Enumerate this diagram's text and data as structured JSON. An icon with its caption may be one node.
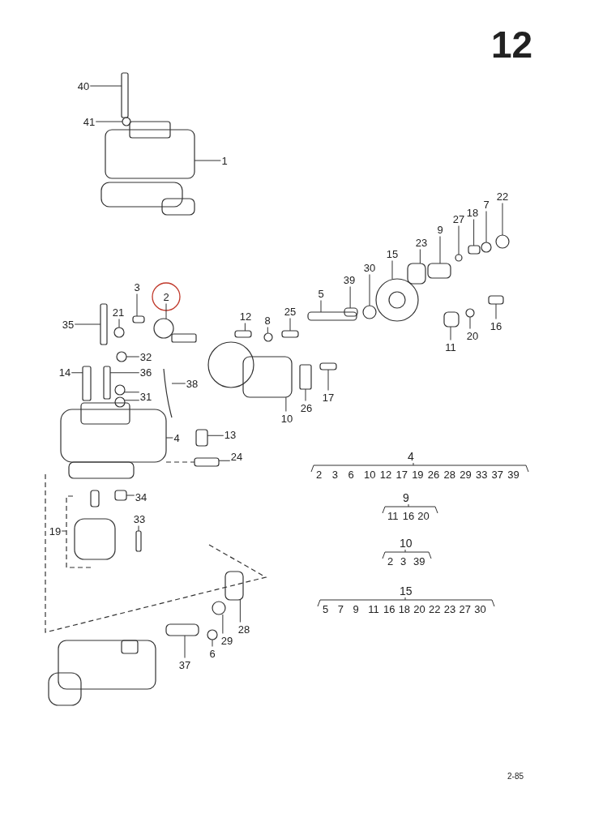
{
  "diagram": {
    "nodes": [
      {
        "text": [
          "40"
        ]
      },
      {
        "text": [
          "41"
        ]
      },
      {
        "text": [
          "1"
        ]
      },
      {
        "text": [
          "22"
        ]
      },
      {
        "text": [
          "7"
        ]
      },
      {
        "text": [
          "18"
        ]
      },
      {
        "text": [
          "27"
        ]
      },
      {
        "text": [
          "9"
        ]
      },
      {
        "text": [
          "23"
        ]
      },
      {
        "text": [
          "15"
        ]
      },
      {
        "text": [
          "30"
        ]
      },
      {
        "text": [
          "39"
        ]
      },
      {
        "text": [
          "3"
        ]
      },
      {
        "text": [
          "2"
        ]
      },
      {
        "text": [
          "5"
        ]
      },
      {
        "text": [
          "35"
        ]
      },
      {
        "text": [
          "21"
        ]
      },
      {
        "text": [
          "12"
        ]
      },
      {
        "text": [
          "25"
        ]
      },
      {
        "text": [
          "8"
        ]
      },
      {
        "text": [
          "16"
        ]
      },
      {
        "text": [
          "20"
        ]
      },
      {
        "text": [
          "11"
        ]
      },
      {
        "text": [
          "32"
        ]
      },
      {
        "text": [
          "14"
        ]
      },
      {
        "text": [
          "36"
        ]
      },
      {
        "text": [
          "38"
        ]
      },
      {
        "text": [
          "31"
        ]
      },
      {
        "text": [
          "17"
        ]
      },
      {
        "text": [
          "10"
        ]
      },
      {
        "text": [
          "26"
        ]
      },
      {
        "text": [
          "4"
        ]
      },
      {
        "text": [
          "13"
        ]
      },
      {
        "text": [
          "24"
        ]
      },
      {
        "text": [
          "34"
        ]
      },
      {
        "text": [
          "19"
        ]
      },
      {
        "text": [
          "33"
        ]
      },
      {
        "text": [
          "28"
        ]
      },
      {
        "text": [
          "29"
        ]
      },
      {
        "text": [
          "6"
        ]
      },
      {
        "text": [
          "37"
        ]
      },
      {
        "text": [],
        "shape": "box"
      },
      {
        "text": [],
        "shape": "circle"
      },
      {
        "text": [],
        "shape": "picture"
      },
      {
        "text": [],
        "shape": "circle"
      },
      {
        "text": [],
        "shape": "circle"
      },
      {
        "text": [],
        "shape": "box"
      },
      {
        "text": [],
        "shape": "circle"
      },
      {
        "text": [],
        "shape": "box"
      },
      {
        "text": [],
        "shape": "box"
      },
      {
        "text": [],
        "shape": "picture"
      },
      {
        "text": [],
        "shape": "circle"
      },
      {
        "text": [],
        "shape": "box"
      },
      {
        "text": [],
        "shape": "box"
      },
      {
        "text": [],
        "shape": "picture"
      },
      {
        "text": [],
        "shape": "box"
      },
      {
        "text": [],
        "shape": "box"
      },
      {
        "text": [],
        "shape": "circle"
      },
      {
        "text": [],
        "shape": "box"
      },
      {
        "text": [],
        "shape": "box"
      },
      {
        "text": [],
        "shape": "circle"
      },
      {
        "text": [],
        "shape": "box"
      },
      {
        "text": [],
        "shape": "circle"
      },
      {
        "text": [],
        "shape": "box"
      },
      {
        "text": [],
        "shape": "circle"
      },
      {
        "text": [],
        "shape": "box"
      },
      {
        "text": [],
        "shape": "box"
      },
      {
        "text": [],
        "shape": "picture"
      },
      {
        "text": [],
        "shape": "circle"
      },
      {
        "text": [],
        "shape": "circle"
      },
      {
        "text": [],
        "shape": "box"
      },
      {
        "text": [],
        "shape": "picture"
      },
      {
        "text": [],
        "shape": "box"
      },
      {
        "text": [],
        "shape": "picture"
      },
      {
        "text": [],
        "shape": "box"
      },
      {
        "text": [],
        "shape": "box"
      },
      {
        "text": [],
        "shape": "box"
      },
      {
        "text": [],
        "shape": "picture"
      },
      {
        "text": [],
        "shape": "box"
      },
      {
        "text": [],
        "shape": "box"
      },
      {
        "text": [],
        "shape": "circle"
      },
      {
        "text": [],
        "shape": "circle"
      },
      {
        "text": [],
        "shape": "box"
      }
    ],
    "edges": [
      {
        "from": 0,
        "to": 41,
        "arrow": "none"
      },
      {
        "from": 1,
        "to": 42,
        "arrow": "none"
      },
      {
        "from": 2,
        "to": 43,
        "arrow": "none"
      },
      {
        "from": 3,
        "to": 44,
        "arrow": "none"
      },
      {
        "from": 4,
        "to": 45,
        "arrow": "none"
      },
      {
        "from": 5,
        "to": 46,
        "arrow": "none"
      },
      {
        "from": 6,
        "to": 47,
        "arrow": "none"
      },
      {
        "from": 7,
        "to": 48,
        "arrow": "none"
      },
      {
        "from": 8,
        "to": 49,
        "arrow": "none"
      },
      {
        "from": 9,
        "to": 50,
        "arrow": "none"
      },
      {
        "from": 10,
        "to": 51,
        "arrow": "none"
      },
      {
        "from": 11,
        "to": 52,
        "arrow": "none"
      },
      {
        "from": 12,
        "to": 53,
        "arrow": "none"
      },
      {
        "from": 13,
        "to": 54,
        "arrow": "none"
      },
      {
        "from": 14,
        "to": 55,
        "arrow": "none"
      },
      {
        "from": 15,
        "to": 56,
        "arrow": "none"
      },
      {
        "from": 16,
        "to": 57,
        "arrow": "none"
      },
      {
        "from": 17,
        "to": 58,
        "arrow": "none"
      },
      {
        "from": 18,
        "to": 59,
        "arrow": "none"
      },
      {
        "from": 19,
        "to": 60,
        "arrow": "none"
      },
      {
        "from": 20,
        "to": 61,
        "arrow": "none"
      },
      {
        "from": 21,
        "to": 62,
        "arrow": "none"
      },
      {
        "from": 22,
        "to": 63,
        "arrow": "none"
      },
      {
        "from": 23,
        "to": 64,
        "arrow": "none"
      },
      {
        "from": 24,
        "to": 65,
        "arrow": "none"
      },
      {
        "from": 25,
        "to": 66,
        "arrow": "none"
      },
      {
        "from": 26,
        "to": 67,
        "arrow": "none"
      },
      {
        "from": 27,
        "to": 68,
        "arrow": "none"
      },
      {
        "from": 27,
        "to": 69,
        "arrow": "none"
      },
      {
        "from": 28,
        "to": 70,
        "arrow": "none"
      },
      {
        "from": 29,
        "to": 71,
        "arrow": "none"
      },
      {
        "from": 30,
        "to": 72,
        "arrow": "none"
      },
      {
        "from": 31,
        "to": 73,
        "arrow": "none"
      },
      {
        "from": 32,
        "to": 74,
        "arrow": "none"
      },
      {
        "from": 33,
        "to": 75,
        "arrow": "none"
      },
      {
        "from": 34,
        "to": 76,
        "arrow": "none"
      },
      {
        "from": 35,
        "to": 77,
        "arrow": "none"
      },
      {
        "from": 36,
        "to": 78,
        "arrow": "none"
      },
      {
        "from": 37,
        "to": 79,
        "arrow": "none"
      },
      {
        "from": 38,
        "to": 80,
        "arrow": "none"
      },
      {
        "from": 39,
        "to": 81,
        "arrow": "none"
      },
      {
        "from": 40,
        "to": 82,
        "arrow": "none"
      },
      {
        "from": 73,
        "to": 75,
        "arrow": "none",
        "style": "dashed"
      }
    ],
    "labels": [
      "12",
      "4",
      "2",
      "3",
      "6",
      "10",
      "12",
      "17",
      "19",
      "26",
      "28",
      "29",
      "33",
      "37",
      "39",
      "9",
      "11",
      "16",
      "20",
      "10",
      "2",
      "3",
      "39",
      "15",
      "5",
      "7",
      "9",
      "11",
      "16",
      "18",
      "20",
      "22",
      "23",
      "27",
      "30",
      "2-85"
    ]
  }
}
